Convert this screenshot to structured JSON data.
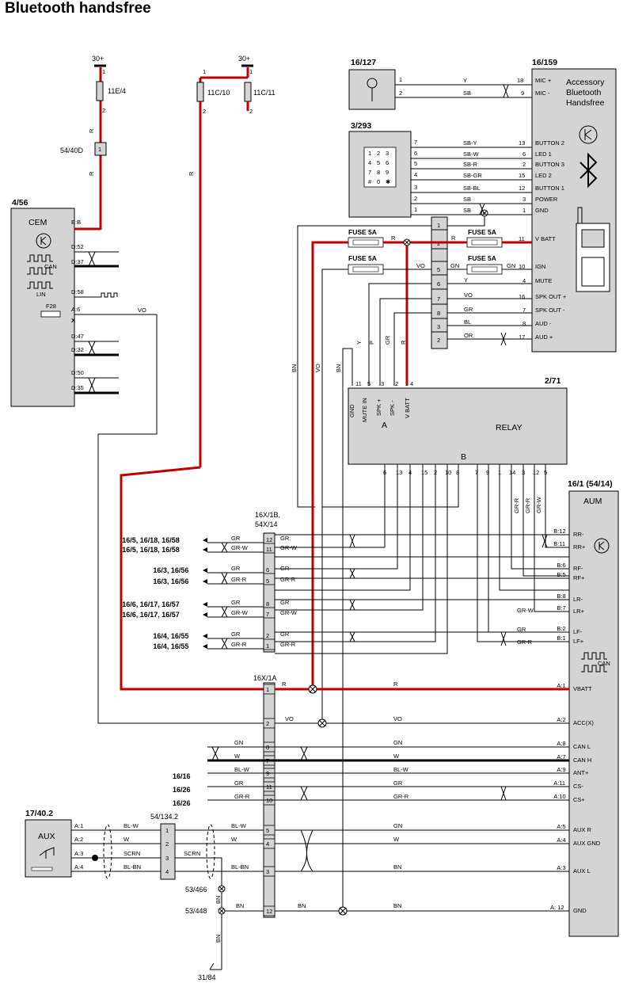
{
  "title": "Bluetooth handsfree",
  "supply": {
    "plus30": "30+"
  },
  "fuses": {
    "f11e4": "11E/4",
    "f11c10": "11C/10",
    "f11c11": "11C/11",
    "f54_40d": "54/40D",
    "fuse5a": "FUSE 5A",
    "f28": "F28"
  },
  "components": {
    "cem": {
      "ref": "4/56",
      "name": "CEM",
      "can": "CAN",
      "lin": "LIN"
    },
    "mic": {
      "ref": "16/127"
    },
    "keypad": {
      "ref": "3/293",
      "keys": [
        "1",
        "2",
        "3",
        "4",
        "5",
        "6",
        "7",
        "8",
        "9",
        "#",
        "0",
        "✱"
      ]
    },
    "accessory": {
      "ref": "16/159",
      "name_lines": [
        "Accessory",
        "Bluetooth",
        "Handsfree"
      ]
    },
    "relay": {
      "ref": "2/71",
      "name": "RELAY",
      "side_a": "A",
      "side_b": "B"
    },
    "aum": {
      "ref": "16/1 (54/14)",
      "name": "AUM",
      "can": "CAN"
    },
    "aux": {
      "ref": "17/40.2",
      "name": "AUX"
    },
    "conn16x1b": {
      "ref_lines": [
        "16X/1B,",
        "54X/14"
      ]
    },
    "conn16x1a": {
      "ref": "16X/1A"
    },
    "conn54_134": {
      "ref": "54/134.2"
    },
    "ground_53_466": "53/466",
    "ground_53_448": "53/448",
    "ground_31_84": "31/84"
  },
  "cem_pins": [
    "E:B",
    "D:52",
    "D:37",
    "D:58",
    "A:6",
    "X",
    "D:47",
    "D:32",
    "D:50",
    "D:35"
  ],
  "accessory_pins": [
    {
      "no": "18",
      "label": "MIC +"
    },
    {
      "no": "9",
      "label": "MIC -"
    },
    {
      "no": "13",
      "label": "BUTTON 2"
    },
    {
      "no": "6",
      "label": "LED 1"
    },
    {
      "no": "2",
      "label": "BUTTON 3"
    },
    {
      "no": "15",
      "label": "LED 2"
    },
    {
      "no": "12",
      "label": "BUTTON 1"
    },
    {
      "no": "3",
      "label": "POWER"
    },
    {
      "no": "1",
      "label": "GND"
    },
    {
      "no": "11",
      "label": "V BATT"
    },
    {
      "no": "10",
      "label": "IGN"
    },
    {
      "no": "4",
      "label": "MUTE"
    },
    {
      "no": "16",
      "label": "SPK OUT +"
    },
    {
      "no": "7",
      "label": "SPK OUT -"
    },
    {
      "no": "8",
      "label": "AUD -"
    },
    {
      "no": "17",
      "label": "AUD +"
    }
  ],
  "keypad_wires": [
    {
      "pin": "7",
      "color": "SB-Y"
    },
    {
      "pin": "6",
      "color": "SB-W"
    },
    {
      "pin": "5",
      "color": "SB-R"
    },
    {
      "pin": "4",
      "color": "SB-GR"
    },
    {
      "pin": "3",
      "color": "SB-BL"
    },
    {
      "pin": "2",
      "color": "SB"
    },
    {
      "pin": "1",
      "color": "SB"
    }
  ],
  "mic_wires": [
    {
      "pin": "1",
      "color": "Y"
    },
    {
      "pin": "2",
      "color": "SB"
    }
  ],
  "small_conn_pins": [
    "1",
    "2",
    "5",
    "6",
    "7",
    "8",
    "3"
  ],
  "small_conn_wires": [
    "R",
    "GN",
    "Y",
    "VO",
    "GR",
    "BL",
    "OR"
  ],
  "relay_top_pins": [
    "GND",
    "MUTE IN",
    "SPK +",
    "SPK -",
    "V BATT"
  ],
  "relay_top_nums": [
    "11",
    "5",
    "3",
    "2",
    "4"
  ],
  "relay_bottom_nums": [
    "6",
    "13",
    "4",
    "15",
    "2",
    "10",
    "8",
    "7",
    "9",
    "1",
    "14",
    "3",
    "12",
    "5"
  ],
  "relay_up_wires": [
    "Y",
    "P",
    "GR",
    "R"
  ],
  "vertical_wires": [
    "BN",
    "VO",
    "BN",
    "GR-R",
    "GR-R",
    "GR-W",
    "R",
    "R"
  ],
  "aum_pins": [
    {
      "id": "B:12",
      "label": "RR-"
    },
    {
      "id": "B:11",
      "label": "RR+"
    },
    {
      "id": "B:6",
      "label": "RF-"
    },
    {
      "id": "B:5",
      "label": "RF+"
    },
    {
      "id": "B:8",
      "label": "LR-"
    },
    {
      "id": "B:7",
      "label": "LR+"
    },
    {
      "id": "B:2",
      "label": "LF-"
    },
    {
      "id": "B:1",
      "label": "LF+"
    },
    {
      "id": "A:1",
      "label": "VBATT"
    },
    {
      "id": "A:2",
      "label": "ACC(X)"
    },
    {
      "id": "A:8",
      "label": "CAN L"
    },
    {
      "id": "A:7",
      "label": "CAN H"
    },
    {
      "id": "A:9",
      "label": "ANT+"
    },
    {
      "id": "A:11",
      "label": "CS-"
    },
    {
      "id": "A:10",
      "label": "CS+"
    },
    {
      "id": "A:5",
      "label": "AUX R"
    },
    {
      "id": "A:4",
      "label": "AUX GND"
    },
    {
      "id": "A:3",
      "label": "AUX L"
    },
    {
      "id": "A: 12",
      "label": "GND"
    }
  ],
  "speaker_refs": [
    "16/5, 16/18, 16/58",
    "16/5, 16/18, 16/58",
    "16/3, 16/56",
    "16/3, 16/56",
    "16/6, 16/17, 16/57",
    "16/6, 16/17, 16/57",
    "16/4, 16/55",
    "16/4, 16/55"
  ],
  "conn16x1b_pins": [
    "12",
    "11",
    "6",
    "5",
    "8",
    "7",
    "2",
    "1"
  ],
  "conn16x1b_wires": [
    "GR",
    "GR-W",
    "GR",
    "GR-R",
    "GR",
    "GR-W",
    "GR",
    "GR-R"
  ],
  "conn16x1a_pins": [
    "1",
    "2",
    "8",
    "7",
    "9",
    "11",
    "10",
    "5",
    "4",
    "3",
    "12"
  ],
  "conn16x1a_wires": [
    "R",
    "VO",
    "GN",
    "W",
    "BL-W",
    "GR",
    "GR-R",
    "GN",
    "W",
    "BN",
    "BN"
  ],
  "other_refs": [
    "16/16",
    "16/26",
    "16/26"
  ],
  "aux_pins": [
    "A:1",
    "A:2",
    "A:3",
    "A:4"
  ],
  "aux_wires": [
    "BL-W",
    "W",
    "SCRN",
    "BL-BN"
  ],
  "conn54_pins": [
    "1",
    "2",
    "3",
    "4"
  ],
  "wire_labels_misc": {
    "r": "R",
    "vo": "VO",
    "bn": "BN",
    "y": "Y",
    "sb": "SB",
    "grw": "GR-W",
    "grr": "GR-R"
  }
}
